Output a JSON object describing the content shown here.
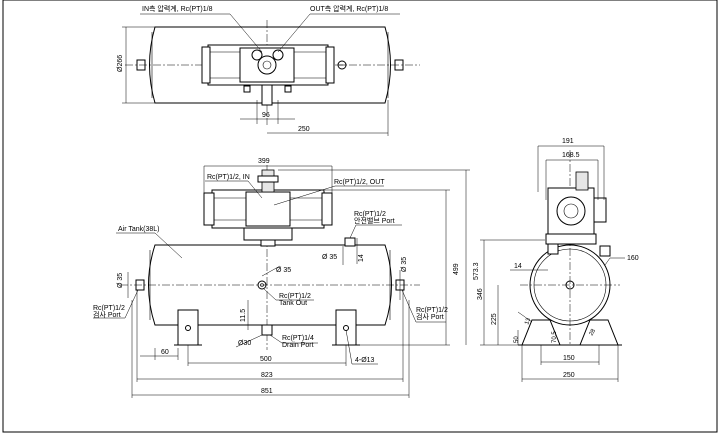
{
  "top_view": {
    "label_in": "IN측 압력계, Rc(PT)1/8",
    "label_out": "OUT측 압력계, Rc(PT)1/8",
    "dim_diameter": "Ø266",
    "dim_96": "96",
    "dim_250": "250"
  },
  "front_view": {
    "dim_399": "399",
    "label_in_port": "Rc(PT)1/2, IN",
    "label_out_port": "Rc(PT)1/2, OUT",
    "label_air_tank": "Air Tank(38L)",
    "label_safety_line1": "Rc(PT)1/2",
    "label_safety_line2": "안전밸브 Port",
    "dim_35a": "Ø 35",
    "dim_14": "14",
    "dim_35b": "Ø 35",
    "dim_35c": "Ø 35",
    "dim_35d": "Ø 35",
    "label_left_port_line1": "Rc(PT)1/2",
    "label_left_port_line2": "검사 Port",
    "label_tank_out_line1": "Rc(PT)1/2",
    "label_tank_out_line2": "Tank Out",
    "dim_11_5": "11.5",
    "label_drain_line1": "Rc(PT)1/4",
    "label_drain_line2": "Drain Port",
    "dim_30": "Ø30",
    "label_right_port_line1": "Rc(PT)1/2",
    "label_right_port_line2": "검사 Port",
    "dim_60": "60",
    "dim_500": "500",
    "dim_holes": "4-Ø13",
    "dim_823": "823",
    "dim_851": "851",
    "dim_499": "499",
    "dim_573": "573.3"
  },
  "side_view": {
    "dim_191": "191",
    "dim_168": "168.5",
    "dim_14": "14",
    "dim_160": "160",
    "dim_346": "346",
    "dim_225": "225",
    "dim_13": "13",
    "dim_50": "50",
    "dim_70": "70.5",
    "dim_28": "28",
    "dim_150": "150",
    "dim_250": "250"
  }
}
